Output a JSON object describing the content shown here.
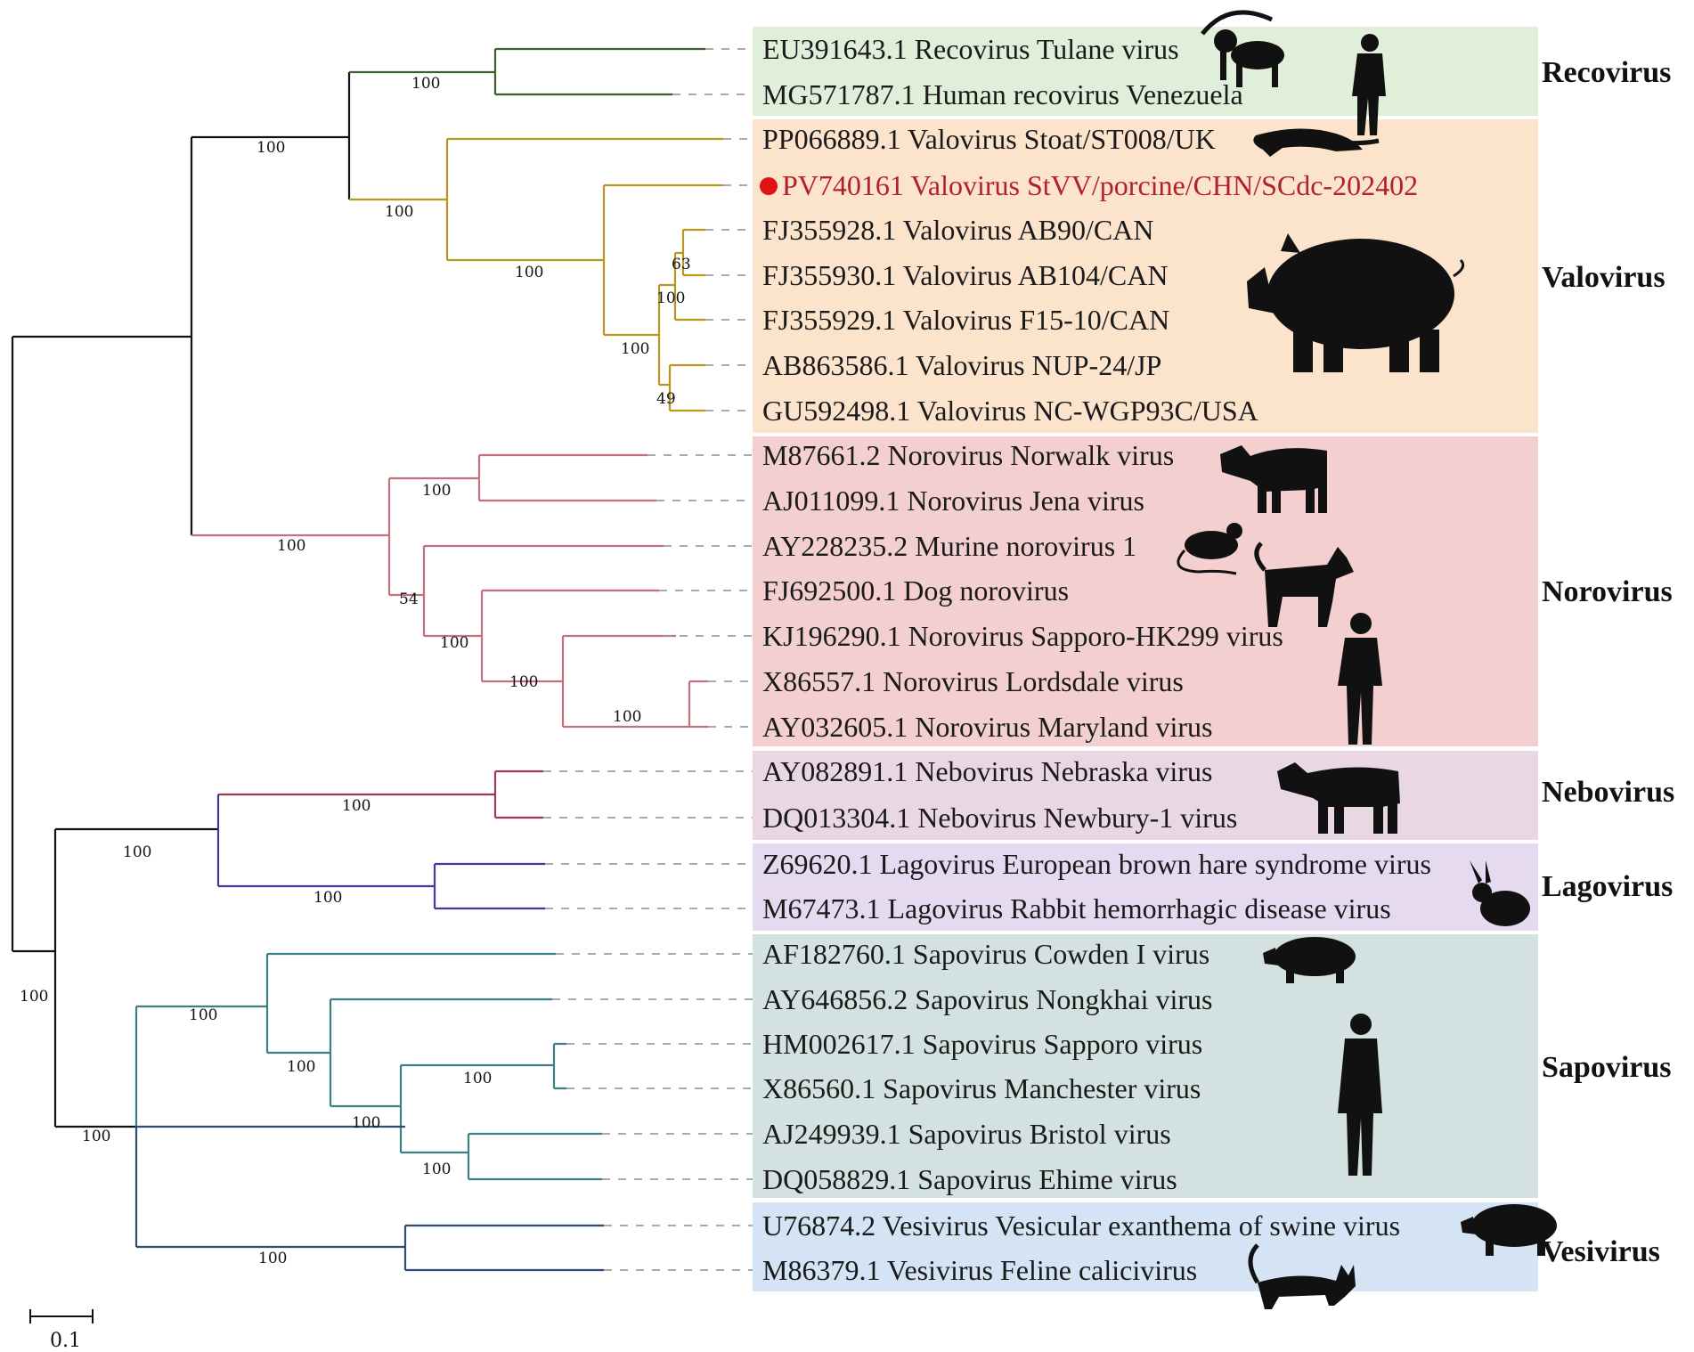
{
  "genera": [
    {
      "name": "Recovirus",
      "color": "#e0efd9"
    },
    {
      "name": "Valovirus",
      "color": "#fce4cc"
    },
    {
      "name": "Norovirus",
      "color": "#f3cfcf"
    },
    {
      "name": "Nebovirus",
      "color": "#ead7e4"
    },
    {
      "name": "Lagovirus",
      "color": "#e5daf0"
    },
    {
      "name": "Sapovirus",
      "color": "#d3e2e0"
    },
    {
      "name": "Vesivirus",
      "color": "#d4e4f4"
    }
  ],
  "branch_colors": {
    "recovirus": "#3f5e2e",
    "valovirus": "#b8971e",
    "norovirus": "#c2707a",
    "nebovirus": "#9e3a52",
    "lagovirus": "#3f3a9a",
    "sapovirus": "#3e7f84",
    "vesivirus": "#2c4e72",
    "root": "#111111",
    "leader": "#9e9e9e",
    "highlight_marker": "#e01414"
  },
  "taxa": [
    {
      "label": "EU391643.1 Recovirus Tulane virus",
      "genus": "Recovirus"
    },
    {
      "label": "MG571787.1 Human recovirus Venezuela",
      "genus": "Recovirus"
    },
    {
      "label": "PP066889.1 Valovirus Stoat/ST008/UK",
      "genus": "Valovirus"
    },
    {
      "label": "PV740161 Valovirus StVV/porcine/CHN/SCdc-202402",
      "genus": "Valovirus",
      "highlighted": true
    },
    {
      "label": "FJ355928.1 Valovirus AB90/CAN",
      "genus": "Valovirus"
    },
    {
      "label": "FJ355930.1 Valovirus AB104/CAN",
      "genus": "Valovirus"
    },
    {
      "label": "FJ355929.1 Valovirus F15-10/CAN",
      "genus": "Valovirus"
    },
    {
      "label": "AB863586.1 Valovirus NUP-24/JP",
      "genus": "Valovirus"
    },
    {
      "label": "GU592498.1 Valovirus NC-WGP93C/USA",
      "genus": "Valovirus"
    },
    {
      "label": "M87661.2 Norovirus Norwalk virus",
      "genus": "Norovirus"
    },
    {
      "label": "AJ011099.1 Norovirus Jena virus",
      "genus": "Norovirus"
    },
    {
      "label": "AY228235.2 Murine norovirus 1",
      "genus": "Norovirus"
    },
    {
      "label": "FJ692500.1 Dog norovirus",
      "genus": "Norovirus"
    },
    {
      "label": "KJ196290.1 Norovirus Sapporo-HK299 virus",
      "genus": "Norovirus"
    },
    {
      "label": "X86557.1 Norovirus Lordsdale virus",
      "genus": "Norovirus"
    },
    {
      "label": "AY032605.1 Norovirus Maryland virus",
      "genus": "Norovirus"
    },
    {
      "label": "AY082891.1 Nebovirus Nebraska virus",
      "genus": "Nebovirus"
    },
    {
      "label": "DQ013304.1 Nebovirus Newbury-1 virus",
      "genus": "Nebovirus"
    },
    {
      "label": "Z69620.1 Lagovirus European brown hare syndrome virus",
      "genus": "Lagovirus"
    },
    {
      "label": "M67473.1 Lagovirus Rabbit hemorrhagic disease virus",
      "genus": "Lagovirus"
    },
    {
      "label": "AF182760.1 Sapovirus Cowden I virus",
      "genus": "Sapovirus"
    },
    {
      "label": "AY646856.2 Sapovirus Nongkhai virus",
      "genus": "Sapovirus"
    },
    {
      "label": "HM002617.1 Sapovirus Sapporo virus",
      "genus": "Sapovirus"
    },
    {
      "label": "X86560.1 Sapovirus Manchester virus",
      "genus": "Sapovirus"
    },
    {
      "label": "AJ249939.1 Sapovirus Bristol virus",
      "genus": "Sapovirus"
    },
    {
      "label": "DQ058829.1 Sapovirus Ehime virus",
      "genus": "Sapovirus"
    },
    {
      "label": "U76874.2 Vesivirus Vesicular exanthema of swine virus",
      "genus": "Vesivirus"
    },
    {
      "label": "M86379.1 Vesivirus Feline calicivirus",
      "genus": "Vesivirus"
    }
  ],
  "bootstrap_values": [
    "100",
    "100",
    "100",
    "100",
    "63",
    "100",
    "100",
    "49",
    "100",
    "100",
    "54",
    "100",
    "100",
    "100",
    "100",
    "100",
    "100",
    "100",
    "100",
    "100",
    "100",
    "100",
    "100",
    "100",
    "100"
  ],
  "host_icons": [
    "monkey-icon",
    "human-icon",
    "stoat-icon",
    "pig-icon",
    "cow-icon",
    "rat-icon",
    "dog-icon",
    "human-icon",
    "cow-icon",
    "rabbit-icon",
    "pig-icon",
    "human-icon",
    "pig-icon",
    "cat-icon"
  ],
  "scale_bar": {
    "label": "0.1"
  }
}
